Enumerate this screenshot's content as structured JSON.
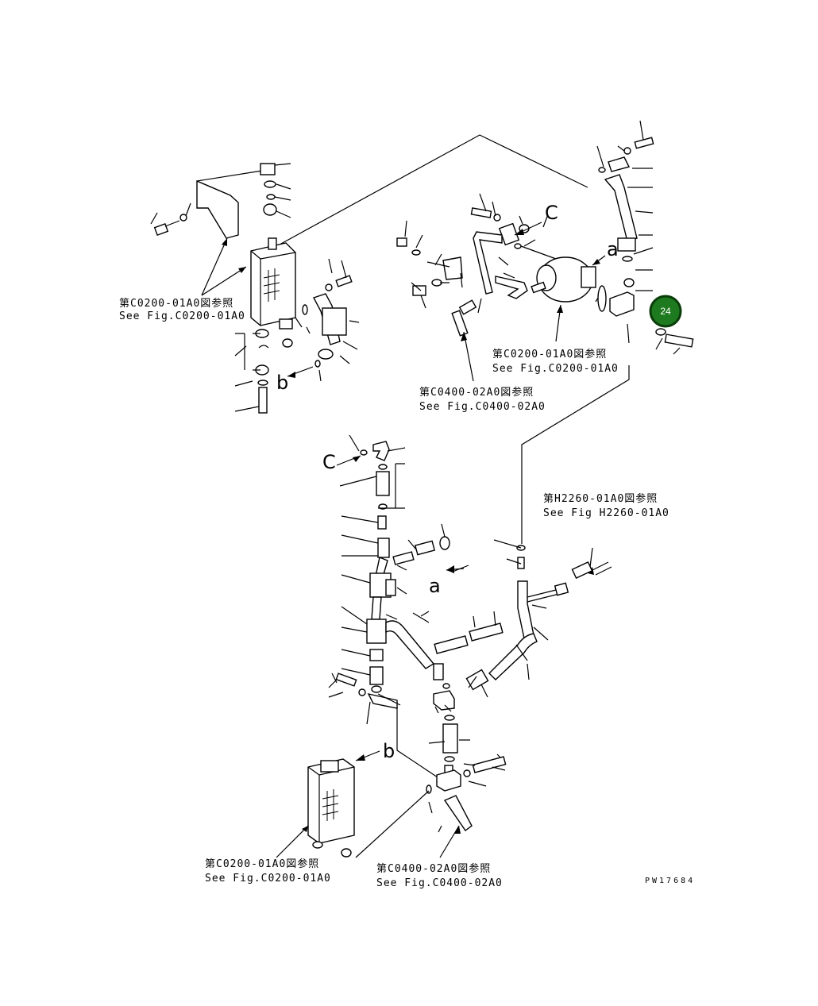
{
  "references": {
    "top_left": {
      "jp": "第C0200-01A0図参照",
      "en": "See Fig.C0200-01A0"
    },
    "top_center_1": {
      "jp": "第C0200-01A0図参照",
      "en": "See Fig.C0200-01A0"
    },
    "top_center_2": {
      "jp": "第C0400-02A0図参照",
      "en": "See Fig.C0400-02A0"
    },
    "right_mid": {
      "jp": "第H2260-01A0図参照",
      "en": "See Fig H2260-01A0"
    },
    "bottom_left": {
      "jp": "第C0200-01A0図参照",
      "en": "See Fig.C0200-01A0"
    },
    "bottom_center": {
      "jp": "第C0400-02A0図参照",
      "en": "See Fig.C0400-02A0"
    }
  },
  "letters": {
    "a1": "a",
    "a2": "a",
    "b1": "b",
    "b2": "b",
    "c1": "C",
    "c2": "C"
  },
  "callout": {
    "number": "24",
    "color": "#1e7a1e",
    "border": "#0a3d0a"
  },
  "drawing_number": "PW17684"
}
